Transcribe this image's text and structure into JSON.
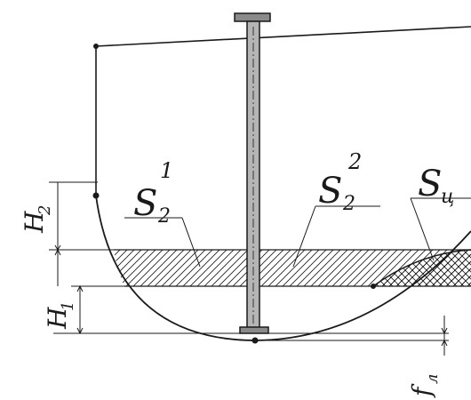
{
  "labels": {
    "s2_1": {
      "main": "S",
      "sub": "2",
      "sup": "1"
    },
    "s2_2": {
      "main": "S",
      "sub": "2",
      "sup": "2"
    },
    "s_c": {
      "main": "S",
      "sub": "ц"
    },
    "h2": {
      "main": "H",
      "sub": "2"
    },
    "h1": {
      "main": "H",
      "sub": "1"
    },
    "fl": {
      "main": "f",
      "sub": "л"
    }
  },
  "colors": {
    "ink": "#1a1a1a",
    "pipe_fill": "#8a8a8a",
    "background": "#ffffff"
  }
}
